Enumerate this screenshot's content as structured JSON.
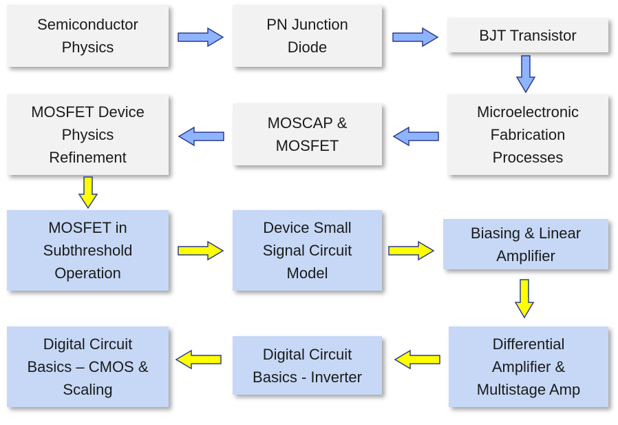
{
  "colors": {
    "gray_box": "#f2f2f2",
    "blue_box": "#c6d8f5",
    "blue_arrow": "#8fb4ff",
    "yellow_arrow": "#ffff00",
    "arrow_outline": "#2a3b8f"
  },
  "boxes": [
    {
      "id": "semiconductor-physics",
      "text": "Semiconductor\nPhysics"
    },
    {
      "id": "pn-junction-diode",
      "text": "PN Junction\nDiode"
    },
    {
      "id": "bjt-transistor",
      "text": "BJT Transistor"
    },
    {
      "id": "mosfet-device-physics-refinement",
      "text": "MOSFET Device\nPhysics\nRefinement"
    },
    {
      "id": "moscap-mosfet",
      "text": "MOSCAP &\nMOSFET"
    },
    {
      "id": "microelectronic-fabrication-processes",
      "text": "Microelectronic\nFabrication\nProcesses"
    },
    {
      "id": "mosfet-subthreshold",
      "text": "MOSFET in\nSubthreshold\nOperation"
    },
    {
      "id": "device-small-signal-model",
      "text": "Device Small\nSignal Circuit\nModel"
    },
    {
      "id": "biasing-linear-amplifier",
      "text": "Biasing & Linear\nAmplifier"
    },
    {
      "id": "digital-circuit-cmos-scaling",
      "text": "Digital Circuit\nBasics – CMOS &\nScaling"
    },
    {
      "id": "digital-circuit-inverter",
      "text": "Digital Circuit\nBasics - Inverter"
    },
    {
      "id": "differential-multistage-amp",
      "text": "Differential\nAmplifier &\nMultistage Amp"
    }
  ]
}
